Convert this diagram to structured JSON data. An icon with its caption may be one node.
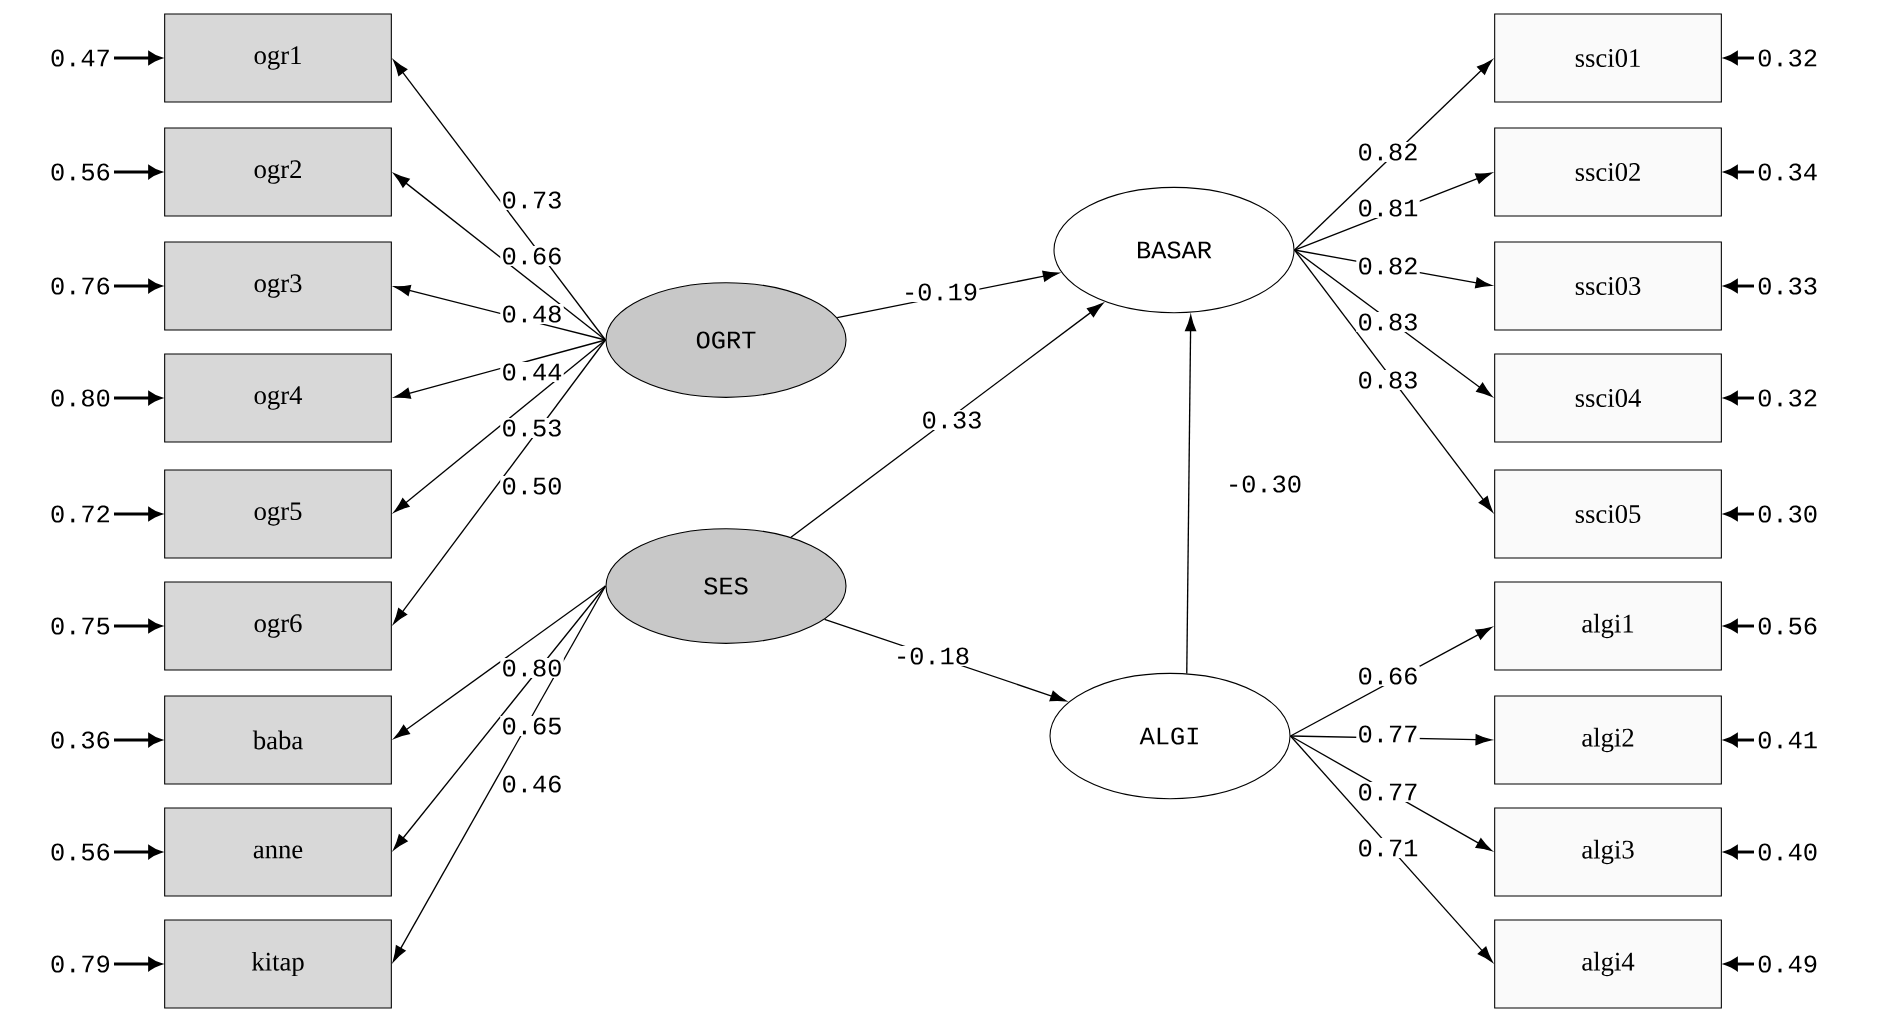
{
  "diagram": {
    "nodes": [
      {
        "text": [
          "ogr1"
        ]
      },
      {
        "text": [
          "ogr2"
        ]
      },
      {
        "text": [
          "ogr3"
        ]
      },
      {
        "text": [
          "ogr4"
        ]
      },
      {
        "text": [
          "ogr5"
        ]
      },
      {
        "text": [
          "ogr6"
        ]
      },
      {
        "text": [
          "baba"
        ]
      },
      {
        "text": [
          "anne"
        ]
      },
      {
        "text": [
          "kitap"
        ]
      },
      {
        "text": [
          "OGRT"
        ]
      },
      {
        "text": [
          "SES"
        ]
      },
      {
        "text": [
          "BASAR"
        ]
      },
      {
        "text": [
          "ALGI"
        ]
      },
      {
        "text": [
          "ssci01"
        ]
      },
      {
        "text": [
          "ssci02"
        ]
      },
      {
        "text": [
          "ssci03"
        ]
      },
      {
        "text": [
          "ssci04"
        ]
      },
      {
        "text": [
          "ssci05"
        ]
      },
      {
        "text": [
          "algi1"
        ]
      },
      {
        "text": [
          "algi2"
        ]
      },
      {
        "text": [
          "algi3"
        ]
      },
      {
        "text": [
          "algi4"
        ]
      },
      {
        "text": [
          "0.47"
        ]
      },
      {
        "text": [
          "0.56"
        ]
      },
      {
        "text": [
          "0.76"
        ]
      },
      {
        "text": [
          "0.80"
        ]
      },
      {
        "text": [
          "0.72"
        ]
      },
      {
        "text": [
          "0.75"
        ]
      },
      {
        "text": [
          "0.36"
        ]
      },
      {
        "text": [
          "0.56"
        ]
      },
      {
        "text": [
          "0.79"
        ]
      },
      {
        "text": [
          "0.32"
        ]
      },
      {
        "text": [
          "0.34"
        ]
      },
      {
        "text": [
          "0.33"
        ]
      },
      {
        "text": [
          "0.32"
        ]
      },
      {
        "text": [
          "0.30"
        ]
      },
      {
        "text": [
          "0.56"
        ]
      },
      {
        "text": [
          "0.41"
        ]
      },
      {
        "text": [
          "0.40"
        ]
      },
      {
        "text": [
          "0.49"
        ]
      }
    ],
    "edges": [
      {
        "from": 9,
        "to": 0,
        "arrow": "to",
        "label": "0.73"
      },
      {
        "from": 9,
        "to": 1,
        "arrow": "to",
        "label": "0.66"
      },
      {
        "from": 9,
        "to": 2,
        "arrow": "to",
        "label": "0.48"
      },
      {
        "from": 9,
        "to": 3,
        "arrow": "to",
        "label": "0.44"
      },
      {
        "from": 9,
        "to": 4,
        "arrow": "to",
        "label": "0.53"
      },
      {
        "from": 9,
        "to": 5,
        "arrow": "to",
        "label": "0.50"
      },
      {
        "from": 10,
        "to": 6,
        "arrow": "to",
        "label": "0.80"
      },
      {
        "from": 10,
        "to": 7,
        "arrow": "to",
        "label": "0.65"
      },
      {
        "from": 10,
        "to": 8,
        "arrow": "to",
        "label": "0.46"
      },
      {
        "from": 9,
        "to": 11,
        "arrow": "to",
        "label": "-0.19"
      },
      {
        "from": 10,
        "to": 11,
        "arrow": "to",
        "label": "0.33"
      },
      {
        "from": 10,
        "to": 12,
        "arrow": "to",
        "label": "-0.18"
      },
      {
        "from": 12,
        "to": 11,
        "arrow": "to",
        "label": "-0.30"
      },
      {
        "from": 11,
        "to": 13,
        "arrow": "to",
        "label": "0.82"
      },
      {
        "from": 11,
        "to": 14,
        "arrow": "to",
        "label": "0.81"
      },
      {
        "from": 11,
        "to": 15,
        "arrow": "to",
        "label": "0.82"
      },
      {
        "from": 11,
        "to": 16,
        "arrow": "to",
        "label": "0.83"
      },
      {
        "from": 11,
        "to": 17,
        "arrow": "to",
        "label": "0.83"
      },
      {
        "from": 12,
        "to": 18,
        "arrow": "to",
        "label": "0.66"
      },
      {
        "from": 12,
        "to": 19,
        "arrow": "to",
        "label": "0.77"
      },
      {
        "from": 12,
        "to": 20,
        "arrow": "to",
        "label": "0.77"
      },
      {
        "from": 12,
        "to": 21,
        "arrow": "to",
        "label": "0.71"
      },
      {
        "from": 22,
        "to": 0,
        "arrow": "to"
      },
      {
        "from": 23,
        "to": 1,
        "arrow": "to"
      },
      {
        "from": 24,
        "to": 2,
        "arrow": "to"
      },
      {
        "from": 25,
        "to": 3,
        "arrow": "to"
      },
      {
        "from": 26,
        "to": 4,
        "arrow": "to"
      },
      {
        "from": 27,
        "to": 5,
        "arrow": "to"
      },
      {
        "from": 28,
        "to": 6,
        "arrow": "to"
      },
      {
        "from": 29,
        "to": 7,
        "arrow": "to"
      },
      {
        "from": 30,
        "to": 8,
        "arrow": "to"
      },
      {
        "from": 31,
        "to": 13,
        "arrow": "to"
      },
      {
        "from": 32,
        "to": 14,
        "arrow": "to"
      },
      {
        "from": 33,
        "to": 15,
        "arrow": "to"
      },
      {
        "from": 34,
        "to": 16,
        "arrow": "to"
      },
      {
        "from": 35,
        "to": 17,
        "arrow": "to"
      },
      {
        "from": 36,
        "to": 18,
        "arrow": "to"
      },
      {
        "from": 37,
        "to": 19,
        "arrow": "to"
      },
      {
        "from": 38,
        "to": 20,
        "arrow": "to"
      },
      {
        "from": 39,
        "to": 21,
        "arrow": "to"
      }
    ]
  }
}
